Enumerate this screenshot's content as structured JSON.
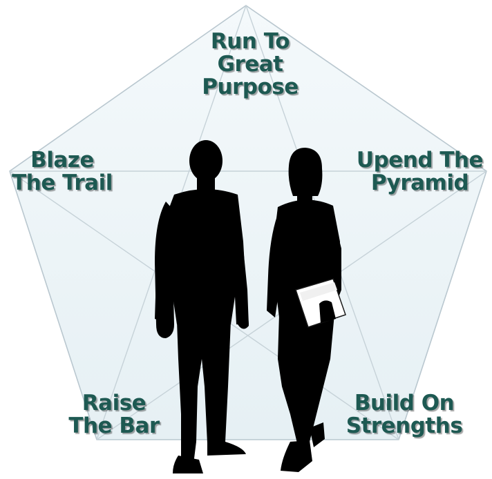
{
  "diagram": {
    "colors": {
      "pentagon_fill": "#eef5f8",
      "pentagon_stroke": "#b9c7cf",
      "label_text": "#1d5952",
      "silhouette": "#000000"
    },
    "labels": {
      "top": {
        "line1": "Run To",
        "line2": "Great",
        "line3": "Purpose"
      },
      "left": {
        "line1": "Blaze",
        "line2": "The Trail"
      },
      "right": {
        "line1": "Upend The",
        "line2": "Pyramid"
      },
      "bottom_left": {
        "line1": "Raise",
        "line2": "The Bar"
      },
      "bottom_right": {
        "line1": "Build On",
        "line2": "Strengths"
      }
    },
    "figures": [
      "man-silhouette",
      "woman-silhouette"
    ]
  }
}
